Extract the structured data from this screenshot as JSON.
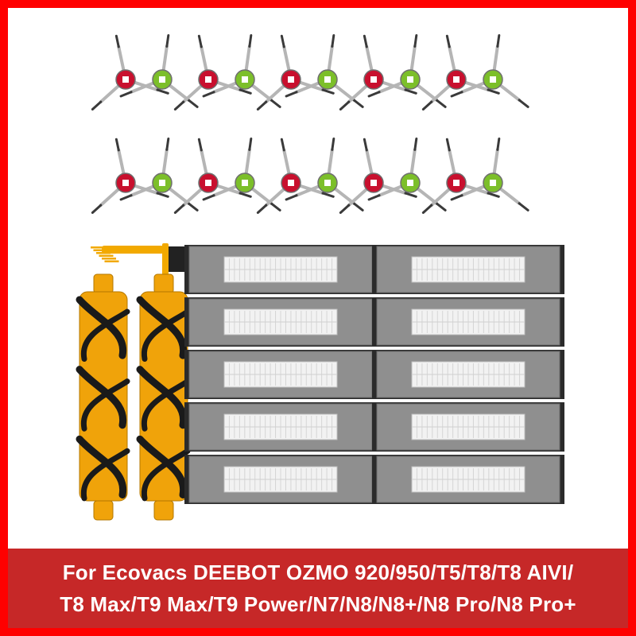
{
  "product": {
    "caption_line_1": "For Ecovacs DEEBOT OZMO 920/950/T5/T8/T8 AIVI/",
    "caption_line_2": "T8 Max/T9 Max/T9 Power/N7/N8/N8+/N8 Pro/N8 Pro+"
  },
  "items": {
    "side_brushes": {
      "rows": 2,
      "pairs_per_row": 5,
      "hub_colors": [
        "#c8102e",
        "#7cbf2a"
      ]
    },
    "main_brushes": {
      "count": 2,
      "bristle_color": "#f0a30a",
      "blade_color": "#1a1a1a"
    },
    "filters": {
      "columns": 2,
      "rows": 5,
      "frame_color": "#8f8f8f",
      "media_color": "#f2f2f2"
    },
    "cleaning_tool": {
      "color": "#f2a900"
    }
  },
  "colors": {
    "border": "#ff0000",
    "caption_bg": "#c62828",
    "caption_text": "#ffffff"
  }
}
